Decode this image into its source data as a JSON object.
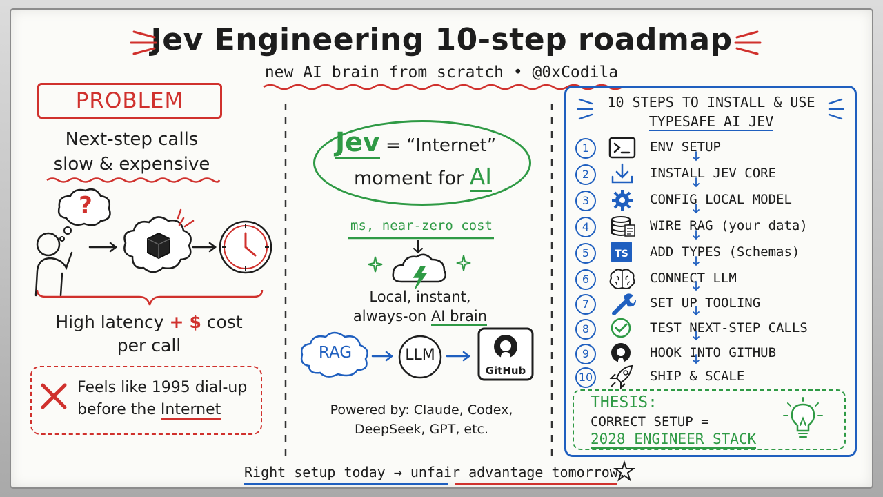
{
  "header": {
    "title": "Jev Engineering 10-step roadmap",
    "subtitle": "new AI brain from scratch • @0xCodila"
  },
  "problem": {
    "badge": "PROBLEM",
    "line1": "Next-step calls",
    "line2": "slow & expensive",
    "question_mark": "?",
    "latency_text": "High latency",
    "plus": "+",
    "dollar": "$",
    "cost": "cost",
    "per_call": "per call",
    "warn_line1": "Feels like 1995 dial-up",
    "warn_line2_a": "before the",
    "warn_line2_b": "Internet"
  },
  "middle": {
    "jev": "Jev",
    "equals": "=",
    "internet": "“Internet”",
    "moment_a": "moment for",
    "moment_b": "AI",
    "speed": "ms, near-zero cost",
    "local_line1": "Local, instant,",
    "local_line2_a": "always-on",
    "local_line2_b": "AI brain",
    "rag": "RAG",
    "llm": "LLM",
    "github": "GitHub",
    "powered_line1": "Powered by: Claude, Codex,",
    "powered_line2": "DeepSeek, GPT, etc."
  },
  "steps_panel": {
    "heading_line1": "10 STEPS TO INSTALL & USE",
    "heading_line2": "TYPESAFE AI JEV",
    "steps": [
      {
        "num": "1",
        "label": "ENV SETUP",
        "icon": "terminal-icon"
      },
      {
        "num": "2",
        "label": "INSTALL JEV CORE",
        "icon": "download-icon"
      },
      {
        "num": "3",
        "label": "CONFIG LOCAL MODEL",
        "icon": "gear-icon"
      },
      {
        "num": "4",
        "label": "WIRE RAG (your data)",
        "icon": "database-icon"
      },
      {
        "num": "5",
        "label": "ADD TYPES (Schemas)",
        "icon": "typescript-icon"
      },
      {
        "num": "6",
        "label": "CONNECT LLM",
        "icon": "brain-icon"
      },
      {
        "num": "7",
        "label": "SET UP TOOLING",
        "icon": "wrench-icon"
      },
      {
        "num": "8",
        "label": "TEST NEXT-STEP CALLS",
        "icon": "check-circle-icon"
      },
      {
        "num": "9",
        "label": "HOOK INTO GITHUB",
        "icon": "github-icon"
      },
      {
        "num": "10",
        "label": "SHIP & SCALE",
        "icon": "rocket-icon"
      }
    ],
    "ts_badge": "TS",
    "thesis_title": "THESIS:",
    "thesis_line1": "CORRECT SETUP =",
    "thesis_line2": "2028 ENGINEER STACK"
  },
  "footer": {
    "tagline": "Right setup today → unfair advantage tomorrow."
  },
  "colors": {
    "red": "#d0312d",
    "green": "#2f9a45",
    "blue": "#1f5fbf",
    "ink": "#1d1d1d"
  }
}
